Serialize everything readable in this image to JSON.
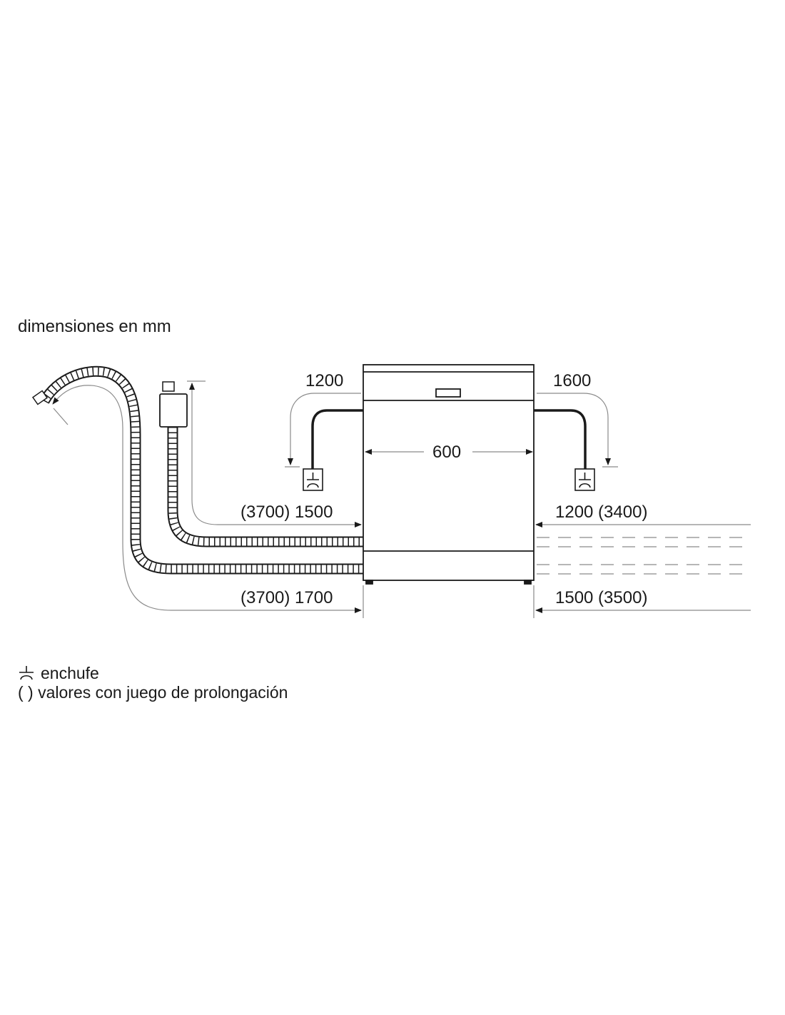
{
  "title": "dimensiones en mm",
  "dimensions": {
    "power_left": "1200",
    "power_right": "1600",
    "width": "600",
    "inlet_left": "(3700) 1500",
    "drain_left": "(3700) 1700",
    "inlet_right": "1200 (3400)",
    "drain_right": "1500 (3500)"
  },
  "legend": {
    "plug": "enchufe",
    "parentheses_symbol": "( )",
    "parentheses": "valores con juego de prolongación"
  },
  "icons": [
    "plug-socket-icon",
    "drain-hose",
    "inlet-hose"
  ],
  "colors": {
    "line": "#1a1a1a",
    "dimension": "#8a8a8a"
  }
}
